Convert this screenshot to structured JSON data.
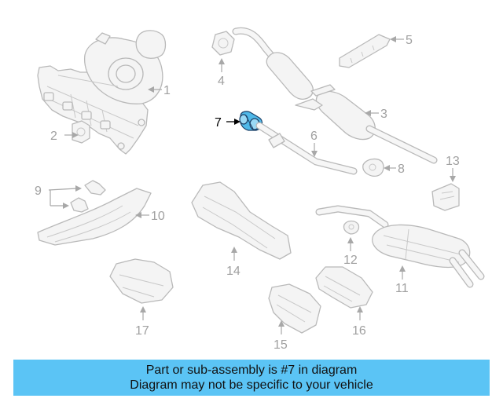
{
  "diagram": {
    "callouts": [
      "1",
      "2",
      "3",
      "4",
      "5",
      "6",
      "7",
      "8",
      "9",
      "10",
      "11",
      "12",
      "13",
      "14",
      "15",
      "16",
      "17"
    ],
    "highlighted_part": "7",
    "highlight_color": "#4fb8e8"
  },
  "banner": {
    "line1": "Part or sub-assembly is #7 in diagram",
    "line2": "Diagram may not be specific to your vehicle",
    "background": "#5bc4f5"
  }
}
